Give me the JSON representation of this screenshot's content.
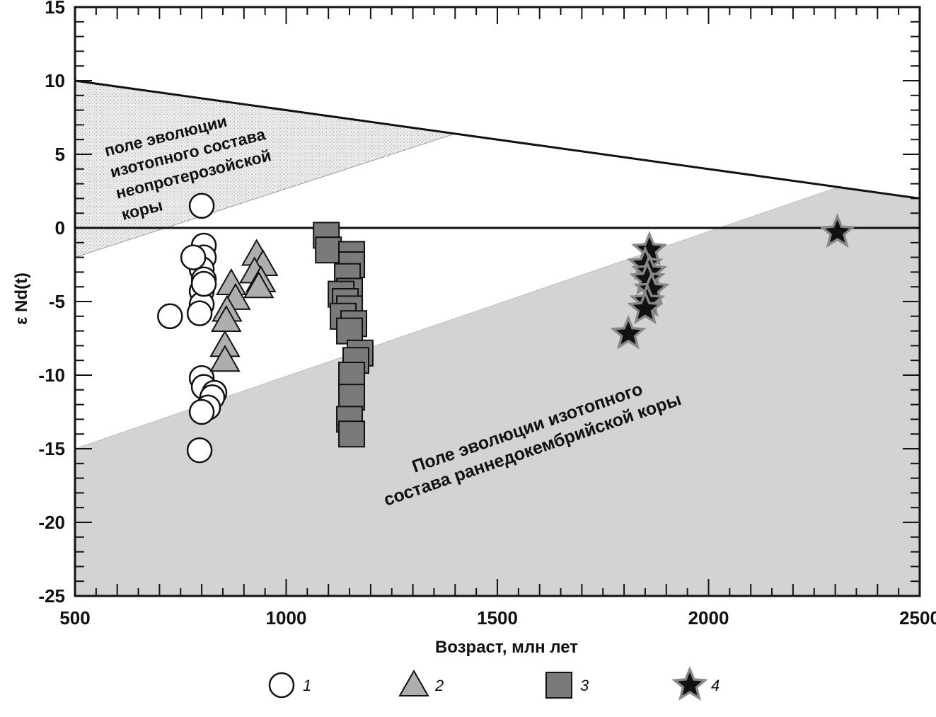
{
  "chart_data": {
    "type": "scatter",
    "title": "",
    "xlabel": "Возраст, млн лет",
    "ylabel": "ε Nd(t)",
    "xlim": [
      500,
      2500
    ],
    "ylim": [
      -25,
      15
    ],
    "x_ticks": [
      500,
      1000,
      1500,
      2000,
      2500
    ],
    "y_ticks": [
      15,
      10,
      5,
      0,
      -5,
      -10,
      -15,
      -20,
      -25
    ],
    "x_tick_labels": [
      "500",
      "1000",
      "1500",
      "2000",
      "2500"
    ],
    "y_tick_labels": [
      "15",
      "10",
      "5",
      "0",
      "-5",
      "-10",
      "-15",
      "-20",
      "-25"
    ],
    "grid": false,
    "legend_position": "bottom",
    "colors": {
      "early_field": "#d3d3d3",
      "neo_field": "#c8c8c8",
      "triangle_fill": "#aeaeae",
      "square_fill": "#7a7a7a",
      "star_fill": "#111111",
      "star_halo": "#888888"
    },
    "lines": [
      {
        "name": "depleted-mantle-line",
        "x": [
          500,
          2500
        ],
        "y": [
          10,
          2
        ]
      },
      {
        "name": "chur-line",
        "x": [
          500,
          2500
        ],
        "y": [
          0,
          0
        ]
      }
    ],
    "fields": [
      {
        "label_lines": [
          "поле эволюции",
          "изотопного состава",
          "неопротерозойской",
          "коры"
        ],
        "polygon": [
          [
            500,
            10
          ],
          [
            1400,
            6.4
          ],
          [
            500,
            -2
          ]
        ]
      },
      {
        "label_lines": [
          "Поле эволюции изотопного",
          "состава раннедокембрийской коры"
        ],
        "polygon": [
          [
            500,
            -15
          ],
          [
            2300,
            2.7
          ],
          [
            2500,
            2
          ],
          [
            2500,
            -25
          ],
          [
            500,
            -25
          ]
        ]
      }
    ],
    "series": [
      {
        "name": "1",
        "marker": "circle",
        "points": [
          [
            800,
            1.5
          ],
          [
            805,
            -1.2
          ],
          [
            805,
            -2.0
          ],
          [
            800,
            -2.8
          ],
          [
            805,
            -3.5
          ],
          [
            800,
            -4.3
          ],
          [
            800,
            -5.2
          ],
          [
            795,
            -5.8
          ],
          [
            780,
            -2.0
          ],
          [
            805,
            -3.8
          ],
          [
            725,
            -6.0
          ],
          [
            800,
            -10.2
          ],
          [
            805,
            -10.8
          ],
          [
            830,
            -11.2
          ],
          [
            825,
            -11.5
          ],
          [
            815,
            -12.2
          ],
          [
            800,
            -12.5
          ],
          [
            795,
            -15.1
          ]
        ]
      },
      {
        "name": "2",
        "marker": "triangle",
        "points": [
          [
            930,
            -1.8
          ],
          [
            945,
            -2.5
          ],
          [
            925,
            -3.0
          ],
          [
            940,
            -3.6
          ],
          [
            935,
            -4.0
          ],
          [
            870,
            -3.8
          ],
          [
            880,
            -4.8
          ],
          [
            860,
            -5.6
          ],
          [
            858,
            -6.3
          ],
          [
            855,
            -8.0
          ],
          [
            855,
            -9.0
          ]
        ]
      },
      {
        "name": "3",
        "marker": "square",
        "points": [
          [
            1095,
            -0.5
          ],
          [
            1100,
            -1.5
          ],
          [
            1155,
            -1.8
          ],
          [
            1155,
            -2.5
          ],
          [
            1145,
            -3.3
          ],
          [
            1150,
            -4.3
          ],
          [
            1130,
            -4.5
          ],
          [
            1140,
            -5.0
          ],
          [
            1150,
            -5.5
          ],
          [
            1135,
            -6.0
          ],
          [
            1160,
            -6.5
          ],
          [
            1150,
            -7.0
          ],
          [
            1175,
            -8.5
          ],
          [
            1165,
            -9.0
          ],
          [
            1155,
            -10.0
          ],
          [
            1155,
            -11.5
          ],
          [
            1150,
            -13.0
          ],
          [
            1155,
            -14.0
          ]
        ]
      },
      {
        "name": "4",
        "marker": "star",
        "points": [
          [
            1860,
            -1.5
          ],
          [
            1850,
            -2.5
          ],
          [
            1860,
            -3.0
          ],
          [
            1855,
            -3.5
          ],
          [
            1865,
            -4.2
          ],
          [
            1855,
            -5.0
          ],
          [
            1850,
            -5.5
          ],
          [
            1810,
            -7.2
          ],
          [
            2305,
            -0.3
          ]
        ]
      }
    ],
    "legend": [
      {
        "marker": "circle",
        "label": "1"
      },
      {
        "marker": "triangle",
        "label": "2"
      },
      {
        "marker": "square",
        "label": "3"
      },
      {
        "marker": "star",
        "label": "4"
      }
    ]
  }
}
